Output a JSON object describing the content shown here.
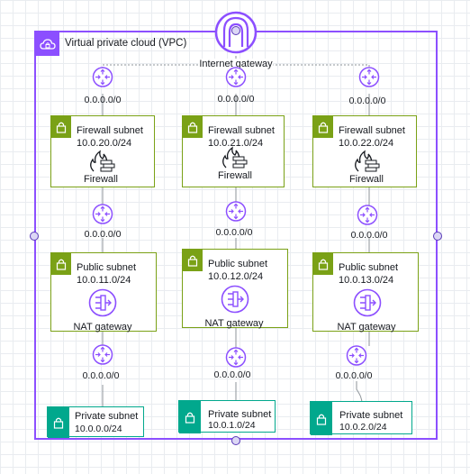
{
  "vpc": {
    "label": "Virtual private cloud (VPC)",
    "icon": "vpc-cloud-lock-icon"
  },
  "igw": {
    "label": "Internet gateway",
    "icon": "internet-gateway-icon"
  },
  "colors": {
    "vpc": "#8c4fff",
    "router": "#8c4fff",
    "public": "#7aa116",
    "private": "#01a88d",
    "nat": "#8c4fff",
    "firewall": "#16191f"
  },
  "routes": {
    "top": [
      "0.0.0.0/0",
      "0.0.0.0/0",
      "0.0.0.0/0"
    ],
    "mid": [
      "0.0.0.0/0",
      "0.0.0.0/0",
      "0.0.0.0/0"
    ],
    "low": [
      "0.0.0.0/0",
      "0.0.0.0/0",
      "0.0.0.0/0"
    ]
  },
  "firewall_subnets": [
    {
      "title": "Firewall subnet",
      "cidr": "10.0.20.0/24",
      "resource": "Firewall"
    },
    {
      "title": "Firewall subnet",
      "cidr": "10.0.21.0/24",
      "resource": "Firewall"
    },
    {
      "title": "Firewall subnet",
      "cidr": "10.0.22.0/24",
      "resource": "Firewall"
    }
  ],
  "public_subnets": [
    {
      "title": "Public subnet",
      "cidr": "10.0.11.0/24",
      "resource": "NAT gateway"
    },
    {
      "title": "Public subnet",
      "cidr": "10.0.12.0/24",
      "resource": "NAT gateway"
    },
    {
      "title": "Public subnet",
      "cidr": "10.0.13.0/24",
      "resource": "NAT gateway"
    }
  ],
  "private_subnets": [
    {
      "title": "Private subnet",
      "cidr": "10.0.0.0/24"
    },
    {
      "title": "Private subnet",
      "cidr": "10.0.1.0/24"
    },
    {
      "title": "Private subnet",
      "cidr": "10.0.2.0/24"
    }
  ]
}
